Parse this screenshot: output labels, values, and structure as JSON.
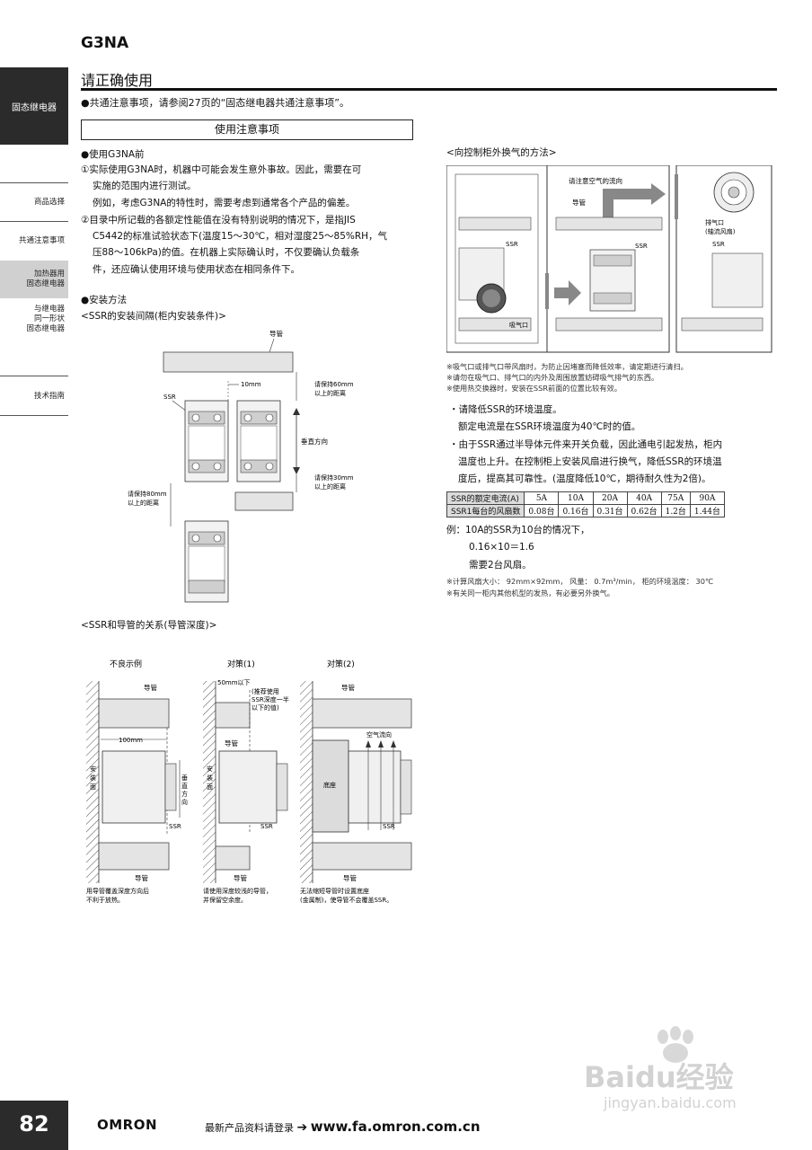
{
  "header": {
    "model": "G3NA",
    "title": "请正确使用"
  },
  "sidebar": {
    "active": "固态继电器",
    "items": [
      "商品选择",
      "共通注意事项",
      "加热器用\n固态继电器",
      "与继电器\n同一形状\n固态继电器",
      "技术指南"
    ]
  },
  "page_number": "82",
  "footer": {
    "logo": "OMRON",
    "text": "最新产品资料请登录 ",
    "url": "www.fa.omron.com.cn"
  },
  "body": {
    "common_note": "●共通注意事项，请参阅27页的“固态继电器共通注意事项”。",
    "box_title": "使用注意事项",
    "before_use": {
      "title": "●使用G3NA前",
      "items": [
        "①实际使用G3NA时，机器中可能会发生意外事故。因此，需要在可",
        "实施的范围内进行测试。",
        "例如，考虑G3NA的特性时，需要考虑到通常各个产品的偏差。",
        "②目录中所记载的各额定性能值在没有特别说明的情况下，是指JIS",
        "C5442的标准试验状态下(温度15～30℃，相对湿度25～85%RH，气",
        "压88～106kPa)的值。在机器上实际确认时，不仅要确认负载条",
        "件，还应确认使用环境与使用状态在相同条件下。"
      ]
    },
    "install": {
      "title": "●安装方法",
      "subtitle": "<SSR的安装间隔(柜内安装条件)>"
    },
    "install_diagram": {
      "duct": "导管",
      "ssr": "SSR",
      "gap_top": "10mm",
      "keep60": [
        "请保持60mm",
        "以上的距离"
      ],
      "vertical": "垂直方向",
      "keep30": [
        "请保持30mm",
        "以上的距离"
      ],
      "keep80": [
        "请保持80mm",
        "以上的距离"
      ]
    },
    "depth": {
      "subtitle": "<SSR和导管的关系(导管深度)>",
      "bad": "不良示例",
      "fix1": "对策(1)",
      "fix2": "对策(2)",
      "duct": "导管",
      "mount": [
        "安",
        "装",
        "面"
      ],
      "vert": [
        "垂",
        "直",
        "方",
        "向"
      ],
      "ssr": "SSR",
      "mm100": "100mm",
      "mm50": "50mm以下",
      "recommend": [
        "(推荐使用",
        "SSR深度一半",
        "以下的值)"
      ],
      "airflow": "空气流向",
      "base": "底座",
      "cap_bad": [
        "用导管覆盖深度方向后",
        "不利于放热。"
      ],
      "cap1": [
        "请使用深度较浅的导管，",
        "并保留空余度。"
      ],
      "cap2": [
        "无法缩短导管时设置底座",
        "(金属制)，使导管不会覆盖SSR。"
      ]
    },
    "vent": {
      "subtitle": "<向控制柜外换气的方法>",
      "flow": "请注意空气的流向",
      "duct": "导管",
      "ssr": "SSR",
      "intake": "吸气口",
      "exhaust": [
        "排气口",
        "(轴流风扇)"
      ],
      "notes": [
        "※吸气口或排气口带风扇时，为防止因堵塞而降低效率，请定期进行清扫。",
        "※请勿在吸气口、排气口的内外及周围放置妨碍吸气排气的东西。",
        "※使用热交换器时，安装在SSR前面的位置比较有效。"
      ]
    },
    "reduce": {
      "lines": [
        "・请降低SSR的环境温度。",
        "额定电流是在SSR环境温度为40℃时的值。",
        "・由于SSR通过半导体元件来开关负载，因此通电引起发热，柜内",
        "温度也上升。在控制柜上安装风扇进行换气，降低SSR的环境温",
        "度后，提高其可靠性。(温度降低10℃，期待耐久性为2倍)。"
      ]
    },
    "fan_table": {
      "row1_label": "SSR的额定电流(A)",
      "row2_label": "SSR1每台的风扇数",
      "currents": [
        "5A",
        "10A",
        "20A",
        "40A",
        "75A",
        "90A"
      ],
      "fans": [
        "0.08台",
        "0.16台",
        "0.31台",
        "0.62台",
        "1.2台",
        "1.44台"
      ]
    },
    "example": {
      "lines": [
        "例：10A的SSR为10台的情况下，",
        "0.16×10＝1.6",
        "需要2台风扇。"
      ],
      "notes": [
        "※计算风扇大小：  92mm×92mm， 风量： 0.7m³/min， 柜的环境温度： 30℃",
        "※有关同一柜内其他机型的发热，有必要另外换气。"
      ]
    }
  },
  "watermark": {
    "brand": "Baidu经验",
    "url": "jingyan.baidu.com"
  }
}
